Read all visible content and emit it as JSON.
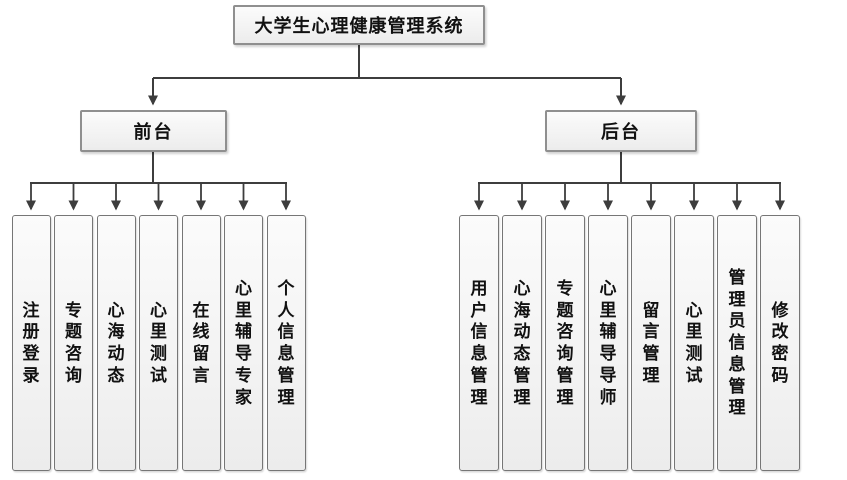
{
  "diagram": {
    "title": "大学生心理健康管理系统",
    "branches": [
      {
        "label": "前台",
        "children": [
          "注册登录",
          "专题咨询",
          "心海动态",
          "心里测试",
          "在线留言",
          "心里辅导专家",
          "个人信息管理"
        ]
      },
      {
        "label": "后台",
        "children": [
          "用户信息管理",
          "心海动态管理",
          "专题咨询管理",
          "心里辅导导师",
          "留言管理",
          "心里测试",
          "管理员信息管理",
          "修改密码"
        ]
      }
    ]
  },
  "colors": {
    "line": "#3d3d3d",
    "box_fill": "#f2f2f2",
    "box_border": "#8f8f8f",
    "text": "#111111"
  }
}
